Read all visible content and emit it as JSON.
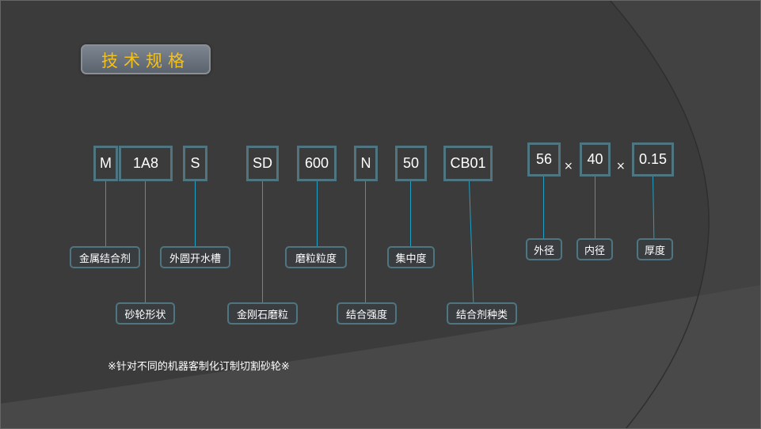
{
  "title": "技术规格",
  "codes": [
    "M",
    "1A8",
    "S",
    "SD",
    "600",
    "N",
    "50",
    "CB01",
    "56",
    "40",
    "0.15"
  ],
  "times": "×",
  "labels": [
    "金属结合剂",
    "砂轮形状",
    "外圆开水槽",
    "金刚石磨粒",
    "磨粒粒度",
    "结合强度",
    "集中度",
    "结合剂种类",
    "外径",
    "内径",
    "厚度"
  ],
  "note": "※针对不同的机器客制化订制切割砂轮※",
  "colors": {
    "title_text": "#f3c01a",
    "border": "#4f7580",
    "connector": "#1fa0c4"
  }
}
